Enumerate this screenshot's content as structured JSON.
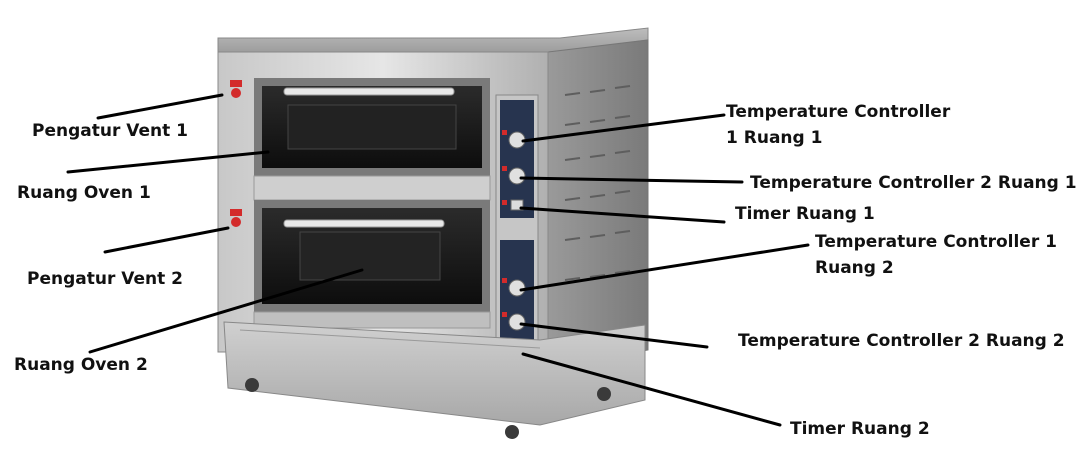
{
  "labels": {
    "vent1": "Pengatur Vent 1",
    "oven1": "Ruang Oven 1",
    "vent2": "Pengatur Vent 2",
    "oven2": "Ruang Oven 2",
    "tc1r1_line1": "Temperature Controller",
    "tc1r1_line2": "1 Ruang 1",
    "tc2r1": "Temperature Controller 2 Ruang 1",
    "timer1": "Timer Ruang 1",
    "tc1r2_line1": "Temperature Controller 1",
    "tc1r2_line2": "Ruang 2",
    "tc2r2": "Temperature Controller 2 Ruang 2",
    "timer2": "Timer  Ruang 2"
  },
  "colors": {
    "steel_light": "#d9d9d9",
    "steel_mid": "#b5b5b5",
    "steel_dark": "#8c8c8c",
    "glass": "#1a1a1a",
    "panel": "#2a3a5a",
    "indicator_red": "#d32b2b",
    "leader_line": "#000000"
  }
}
